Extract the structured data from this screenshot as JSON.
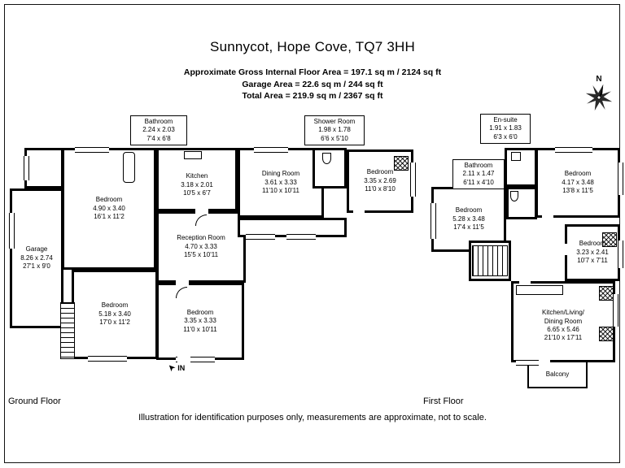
{
  "header": {
    "title": "Sunnycot, Hope Cove, TQ7 3HH",
    "area_line_1": "Approximate Gross Internal Floor Area  = 197.1 sq m / 2124 sq ft",
    "area_line_2": "Garage Area = 22.6 sq m / 244 sq ft",
    "area_line_3": "Total Area = 219.9 sq m / 2367 sq ft",
    "compass_label": "N"
  },
  "ground_floor": {
    "label": "Ground Floor",
    "entrance_label": "IN",
    "entrance_arrow": "➤",
    "rooms": {
      "bathroom": {
        "name": "Bathroom",
        "metric": "2.24 x 2.03",
        "imperial": "7'4 x 6'8"
      },
      "kitchen": {
        "name": "Kitchen",
        "metric": "3.18 x 2.01",
        "imperial": "10'5 x 6'7"
      },
      "shower_room": {
        "name": "Shower Room",
        "metric": "1.98 x 1.78",
        "imperial": "6'6 x 5'10"
      },
      "dining_room": {
        "name": "Dining Room",
        "metric": "3.61 x 3.33",
        "imperial": "11'10 x 10'11"
      },
      "bedroom_right": {
        "name": "Bedroom",
        "metric": "3.35 x 2.69",
        "imperial": "11'0 x 8'10"
      },
      "bedroom_top_left": {
        "name": "Bedroom",
        "metric": "4.90 x 3.40",
        "imperial": "16'1 x 11'2"
      },
      "garage": {
        "name": "Garage",
        "metric": "8.26 x 2.74",
        "imperial": "27'1 x 9'0"
      },
      "reception_room": {
        "name": "Reception Room",
        "metric": "4.70 x 3.33",
        "imperial": "15'5 x 10'11"
      },
      "bedroom_bottom_left": {
        "name": "Bedroom",
        "metric": "5.18 x 3.40",
        "imperial": "17'0 x 11'2"
      },
      "bedroom_bottom_mid": {
        "name": "Bedroom",
        "metric": "3.35 x 3.33",
        "imperial": "11'0 x 10'11"
      }
    }
  },
  "first_floor": {
    "label": "First Floor",
    "rooms": {
      "en_suite": {
        "name": "En-suite",
        "metric": "1.91 x 1.83",
        "imperial": "6'3 x 6'0"
      },
      "bathroom": {
        "name": "Bathroom",
        "metric": "2.11 x 1.47",
        "imperial": "6'11 x 4'10"
      },
      "bedroom_left": {
        "name": "Bedroom",
        "metric": "5.28 x 3.48",
        "imperial": "17'4 x 11'5"
      },
      "bedroom_top_right": {
        "name": "Bedroom",
        "metric": "4.17 x 3.48",
        "imperial": "13'8 x 11'5"
      },
      "bedroom_mid_right": {
        "name": "Bedroom",
        "metric": "3.23 x 2.41",
        "imperial": "10'7 x 7'11"
      },
      "kitchen_living_dining": {
        "name": "Kitchen/Living/ Dining Room",
        "metric": "6.65 x 5.46",
        "imperial": "21'10 x 17'11"
      },
      "balcony": {
        "name": "Balcony"
      }
    }
  },
  "footer": {
    "disclaimer": "Illustration for identification purposes only, measurements are approximate, not to scale."
  }
}
